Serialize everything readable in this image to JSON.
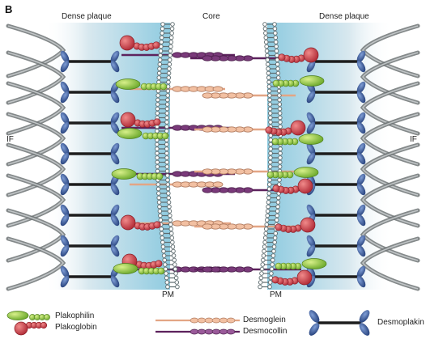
{
  "panel_letter": "B",
  "regions": {
    "dense_plaque_left": "Dense plaque",
    "core": "Core",
    "dense_plaque_right": "Dense plaque"
  },
  "side_labels": {
    "left": "IF",
    "right": "IF"
  },
  "membrane_labels": {
    "left": "PM",
    "right": "PM"
  },
  "legend": {
    "plakophilin": "Plakophilin",
    "plakoglobin": "Plakoglobin",
    "desmoglein": "Desmoglein",
    "desmocollin": "Desmocollin",
    "desmoplakin": "Desmoplakin"
  },
  "colors": {
    "plaque_blue": "#8fcbe0",
    "membrane": "#5d6b6e",
    "desmoplakin_blue": "#2f4f8f",
    "plakophilin_green": "#8cc43c",
    "plakoglobin_red": "#c23a44",
    "desmoglein_peach": "#f2c0a2",
    "desmocollin_purple": "#7a3a7a",
    "filament_grey": "#6f7475"
  }
}
